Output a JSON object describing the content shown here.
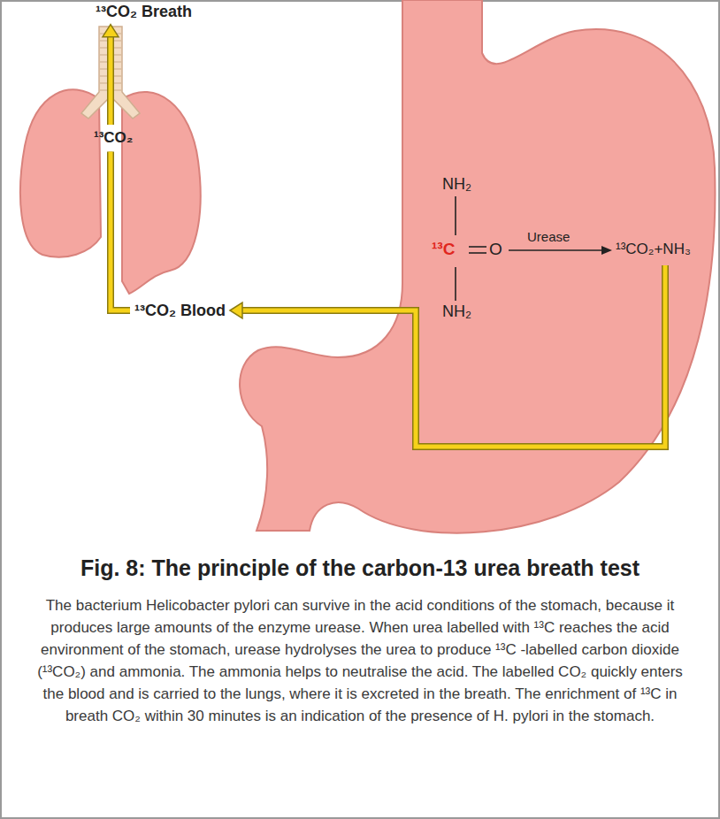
{
  "diagram": {
    "title": "Fig. 8: The principle of the carbon-13 urea breath test",
    "caption": "The bacterium Helicobacter pylori can survive in the acid conditions of the stomach, because it produces large amounts of the enzyme urease. When urea labelled with ¹³C reaches the acid environment of the stomach, urease hydrolyses the urea to produce ¹³C -labelled carbon dioxide (¹³CO₂) and ammonia. The ammonia helps to neutralise the acid. The labelled CO₂ quickly enters the blood and is carried to the lungs, where it is excreted in the breath. The enrichment of ¹³C in breath CO₂ within 30 minutes is an indication of the presence of H. pylori in the stomach.",
    "labels": [
      "¹³CO₂ Breath",
      "¹³CO₂",
      "¹³CO₂ Blood",
      "NH₂",
      "¹³C",
      "O",
      "Urease",
      "¹³CO₂+NH₃",
      "NH₂"
    ]
  }
}
